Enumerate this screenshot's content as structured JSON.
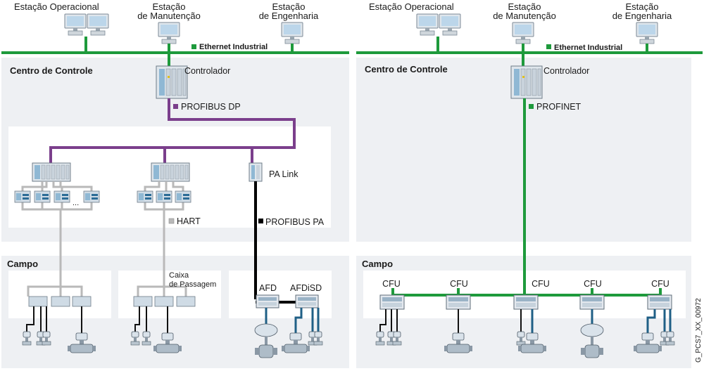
{
  "stations": {
    "operator": "Estação Operacional",
    "maintenance_line1": "Estação",
    "maintenance_line2": "de Manutenção",
    "engineering_line1": "Estação",
    "engineering_line2": "de Engenharia"
  },
  "networks": {
    "ethernet": "Ethernet Industrial",
    "profibus_dp": "PROFIBUS DP",
    "profinet": "PROFINET",
    "hart": "HART",
    "profibus_pa": "PROFIBUS PA"
  },
  "zones": {
    "control_center": "Centro de Controle",
    "field": "Campo"
  },
  "devices": {
    "controller": "Controlador",
    "pa_link": "PA Link",
    "ellipsis": "...",
    "junction_line1": "Caixa",
    "junction_line2": "de Passagem",
    "afd": "AFD",
    "afdisd": "AFDiSD",
    "cfu": "CFU"
  },
  "figure_id": "G_PCS7_XX_00972",
  "colors": {
    "ethernet": "#1e9a3c",
    "profibus_dp": "#7b3f8c",
    "hart": "#b9b9b9",
    "profibus_pa": "#000000",
    "spur": "#1f5f86",
    "panel": "#eef0f3"
  }
}
